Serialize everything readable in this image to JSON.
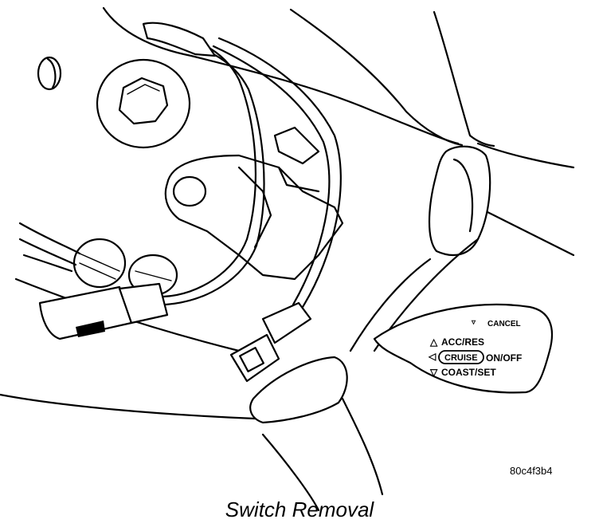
{
  "figure": {
    "caption": "Switch Removal",
    "reference_code": "80c4f3b4",
    "switch_labels": {
      "cancel": "CANCEL",
      "acc_res": "ACC/RES",
      "cruise": "CRUISE",
      "on_off": "ON/OFF",
      "coast_set": "COAST/SET"
    }
  }
}
